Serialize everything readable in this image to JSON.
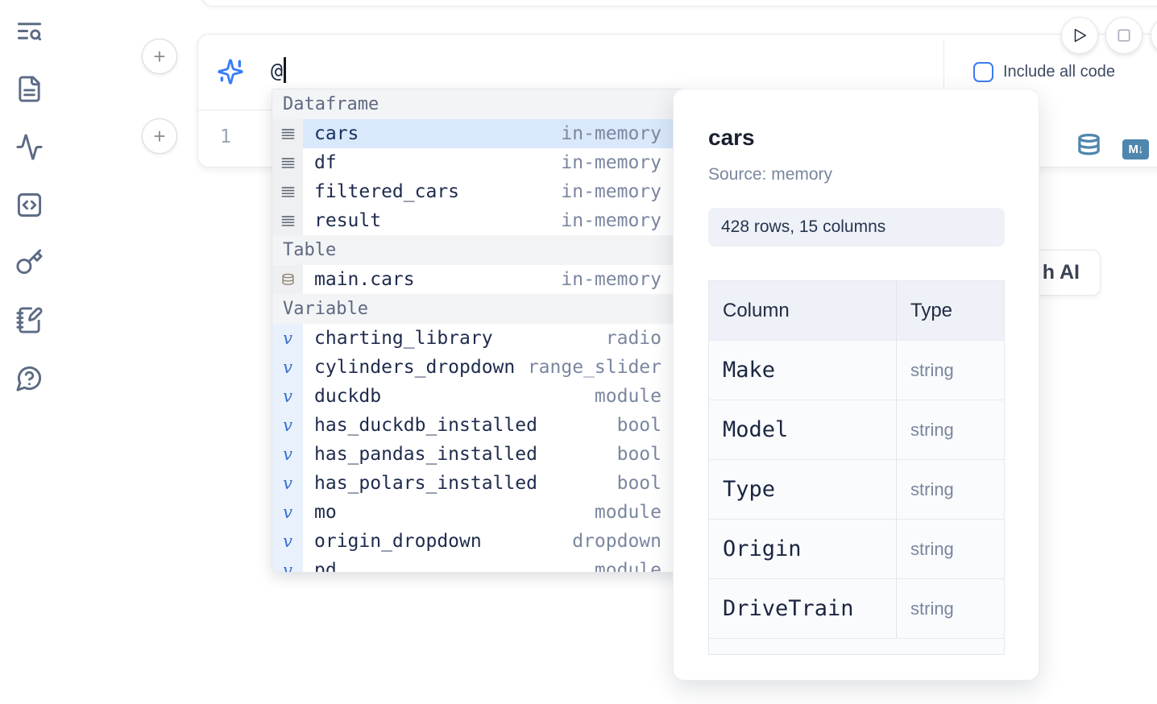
{
  "sidebar": {
    "items": [
      {
        "icon": "list-search-icon"
      },
      {
        "icon": "file-text-icon"
      },
      {
        "icon": "activity-icon"
      },
      {
        "icon": "code-square-icon"
      },
      {
        "icon": "key-icon"
      },
      {
        "icon": "notebook-pen-icon"
      },
      {
        "icon": "help-bubble-icon"
      }
    ]
  },
  "cell": {
    "prompt_value": "@",
    "include_all_code_label": "Include all code",
    "line_number": "1",
    "toolbar_icons": [
      "database-icon",
      "markdown-icon"
    ],
    "markdown_badge_text": "M↓"
  },
  "run_controls": {
    "buttons": [
      {
        "icon": "play-icon"
      },
      {
        "icon": "stop-icon"
      },
      {
        "icon": "partial-circle"
      }
    ]
  },
  "completion": {
    "sections": [
      {
        "label": "Dataframe",
        "kind": "dataframe",
        "items": [
          {
            "label": "cars",
            "type": "in-memory",
            "selected": true
          },
          {
            "label": "df",
            "type": "in-memory",
            "selected": false
          },
          {
            "label": "filtered_cars",
            "type": "in-memory",
            "selected": false
          },
          {
            "label": "result",
            "type": "in-memory",
            "selected": false
          }
        ]
      },
      {
        "label": "Table",
        "kind": "table",
        "items": [
          {
            "label": "main.cars",
            "type": "in-memory",
            "selected": false
          }
        ]
      },
      {
        "label": "Variable",
        "kind": "variable",
        "items": [
          {
            "label": "charting_library",
            "type": "radio",
            "selected": false
          },
          {
            "label": "cylinders_dropdown",
            "type": "range_slider",
            "selected": false
          },
          {
            "label": "duckdb",
            "type": "module",
            "selected": false
          },
          {
            "label": "has_duckdb_installed",
            "type": "bool",
            "selected": false
          },
          {
            "label": "has_pandas_installed",
            "type": "bool",
            "selected": false
          },
          {
            "label": "has_polars_installed",
            "type": "bool",
            "selected": false
          },
          {
            "label": "mo",
            "type": "module",
            "selected": false
          },
          {
            "label": "origin_dropdown",
            "type": "dropdown",
            "selected": false
          },
          {
            "label": "pd",
            "type": "module",
            "selected": false
          }
        ]
      }
    ]
  },
  "preview": {
    "title": "cars",
    "source": "Source: memory",
    "shape_badge": "428 rows, 15 columns",
    "table": {
      "headers": [
        "Column",
        "Type"
      ],
      "rows": [
        {
          "column": "Make",
          "type": "string"
        },
        {
          "column": "Model",
          "type": "string"
        },
        {
          "column": "Type",
          "type": "string"
        },
        {
          "column": "Origin",
          "type": "string"
        },
        {
          "column": "DriveTrain",
          "type": "string"
        }
      ]
    }
  },
  "ai_card": {
    "partial_label": "h AI"
  },
  "colors": {
    "accent_blue": "#3d7bf2",
    "steel_blue": "#4e86ad",
    "selection_blue": "#d9e8fb",
    "sidebar_slate": "#5c6b85"
  }
}
